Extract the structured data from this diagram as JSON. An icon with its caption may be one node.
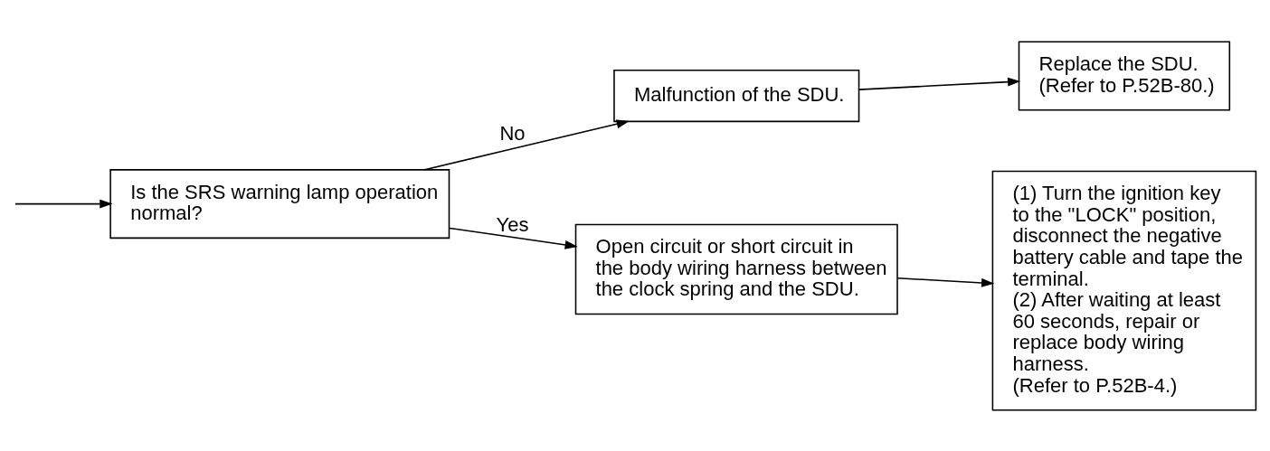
{
  "diagram": {
    "nodes": [
      {
        "text": [
          "Is the SRS warning lamp operation normal?"
        ]
      },
      {
        "text": [
          "Malfunction of the SDU."
        ]
      },
      {
        "text": [
          "Replace the SDU.",
          "(Refer to P.52B-80.)"
        ]
      },
      {
        "text": [
          "Open circuit or short circuit in the body wiring harness between the clock spring and the SDU."
        ]
      },
      {
        "text": [
          "(1) Turn the ignition key to the \"LOCK\" position, disconnect the negative battery cable and tape the terminal.",
          "(2) After waiting at least 60 seconds, repair or replace body wiring harness.",
          "(Refer to P.52B-4.)"
        ]
      }
    ],
    "edges": [
      {
        "from": null,
        "to": 0,
        "arrow": "to"
      },
      {
        "from": 0,
        "to": 1,
        "arrow": "to",
        "label": "No"
      },
      {
        "from": 1,
        "to": 2,
        "arrow": "to"
      },
      {
        "from": 0,
        "to": 3,
        "arrow": "to",
        "label": "Yes"
      },
      {
        "from": 3,
        "to": 4,
        "arrow": "to"
      }
    ]
  }
}
